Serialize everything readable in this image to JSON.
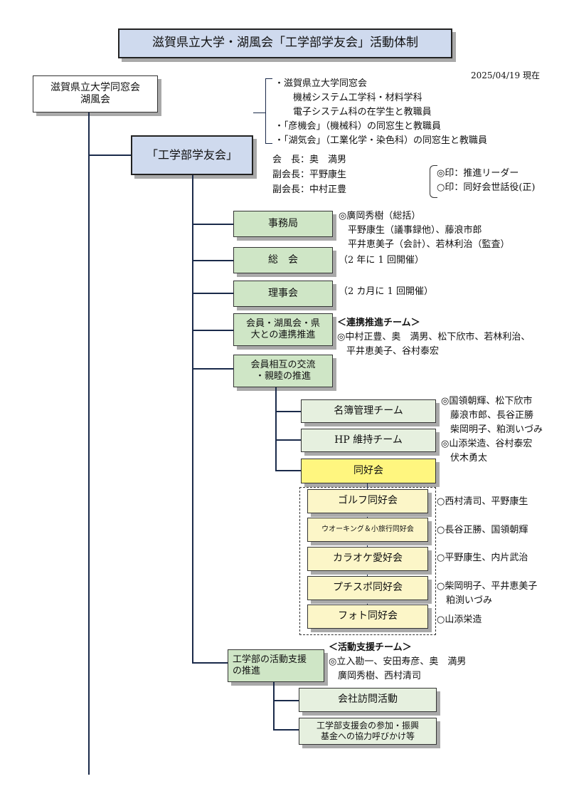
{
  "title": "滋賀県立大学・湖風会「工学部学友会」活動体制",
  "date": "2025/04/19 現在",
  "root": {
    "line1": "滋賀県立大学同窓会",
    "line2": "湖風会"
  },
  "members_note": [
    "・滋賀県立大学同窓会",
    "　　機械システム工学科・材料学科",
    "　　電子システム科の在学生と教職員",
    "・「彦機会」（機械科）の同窓生と教職員",
    "・「湖気会」（工業化学・染色科）の同窓生と教職員"
  ],
  "gakuyukai": {
    "label": "「工学部学友会」",
    "officers": [
      "会　長：奥　満男",
      "副会長：平野康生",
      "副会長：中村正豊"
    ]
  },
  "legend": [
    "◎印：推進リーダー",
    "○印：同好会世話役(正)"
  ],
  "units": [
    {
      "label": "事務局",
      "notes": [
        "◎廣岡秀樹（総括）",
        "　平野康生（議事録他）、藤浪市郎",
        "　平井恵美子（会計）、若林利治（監査）"
      ]
    },
    {
      "label": "総　会",
      "notes": [
        "（2 年に 1 回開催）"
      ]
    },
    {
      "label": "理事会",
      "notes": [
        "（2 カ月に 1 回開催）"
      ]
    },
    {
      "label": "会員・湖風会・県大との連携推進",
      "label_l1": "会員・湖風会・県",
      "label_l2": "大との連携推進",
      "notes": [
        "＜連携推進チーム＞",
        "◎中村正豊、奥　満男、松下欣市、若林利治、",
        "　平井恵美子、谷村泰宏"
      ]
    },
    {
      "label_l1": "会員相互の交流",
      "label_l2": "・親睦の推進"
    }
  ],
  "sub_units": [
    {
      "label": "名簿管理チーム"
    },
    {
      "label": "HP 維持チーム"
    },
    {
      "label": "同好会"
    }
  ],
  "team_notes": [
    "◎国領朝輝、松下欣市",
    "　藤浪市郎、長谷正勝",
    "　柴岡明子、粕渕いづみ",
    "◎山添栄造、谷村泰宏",
    "　伏木勇太"
  ],
  "clubs": [
    {
      "label": "ゴルフ同好会",
      "notes": [
        "○西村清司、平野康生"
      ]
    },
    {
      "label": "ウオーキング＆小旅行同好会",
      "notes": [
        "○長谷正勝、国領朝輝"
      ]
    },
    {
      "label": "カラオケ愛好会",
      "notes": [
        "○平野康生、内片武治"
      ]
    },
    {
      "label": "プチスポ同好会",
      "notes": [
        "○柴岡明子、平井恵美子",
        "　粕渕いづみ"
      ]
    },
    {
      "label": "フォト同好会",
      "notes": [
        "○山添栄造"
      ]
    }
  ],
  "support": {
    "label_l1": "工学部の活動支援",
    "label_l2": "の推進",
    "notes": [
      "＜活動支援チーム＞",
      "◎立入勘一、安田寿彦、奥　満男",
      "　廣岡秀樹、西村清司"
    ],
    "activities": [
      {
        "label": "会社訪問活動"
      },
      {
        "label_l1": "工学部支援会の参加・振興",
        "label_l2": "基金への協力呼びかけ等"
      }
    ]
  }
}
